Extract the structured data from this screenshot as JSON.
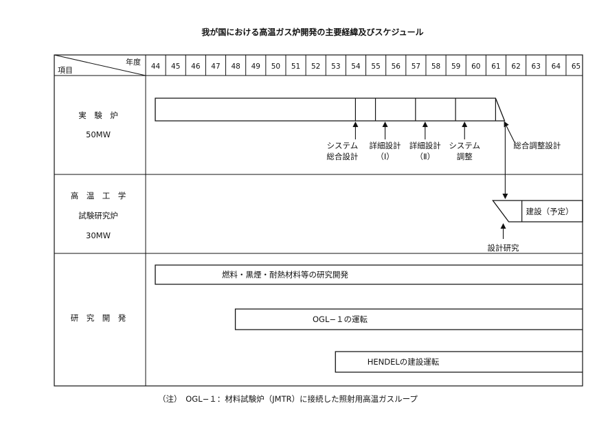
{
  "title": "我が国における高温ガス炉開発の主要経緯及びスケジュール",
  "header": {
    "year_label": "年度",
    "item_label": "項目"
  },
  "years": [
    "44",
    "45",
    "46",
    "47",
    "48",
    "49",
    "50",
    "51",
    "52",
    "53",
    "54",
    "55",
    "56",
    "57",
    "58",
    "59",
    "60",
    "61",
    "62",
    "63",
    "64",
    "65"
  ],
  "rows": [
    {
      "lines": [
        "実　験　炉",
        "50MW"
      ]
    },
    {
      "lines": [
        "高　温　工　学",
        "試験研究炉",
        "30MW"
      ]
    },
    {
      "lines": [
        "研　究　開　発"
      ]
    }
  ],
  "experimental_reactor": {
    "bar_start_year": 44,
    "segment_years": [
      54,
      55,
      57,
      59,
      61
    ],
    "milestones": [
      {
        "year": 54,
        "lines": [
          "システム",
          "総合設計"
        ]
      },
      {
        "year": 55.5,
        "lines": [
          "詳細設計",
          "（Ⅰ）"
        ]
      },
      {
        "year": 57.5,
        "lines": [
          "詳細設計",
          "（Ⅱ）"
        ]
      },
      {
        "year": 60,
        "lines": [
          "システム",
          "調整"
        ]
      },
      {
        "year": 61.5,
        "lines": [
          "総合調整設計"
        ]
      }
    ]
  },
  "htr_test_reactor": {
    "design_label": "設計研究",
    "construction_label": "建設（予定）"
  },
  "research": {
    "bars": [
      {
        "start_year": 44,
        "label": "燃料・黒煙・耐熱材料等の研究開発"
      },
      {
        "start_year": 48,
        "label": "OGL−１の運転"
      },
      {
        "start_year": 53,
        "label": "HENDELの建設運転"
      }
    ]
  },
  "note": "（注）　OGL−１：材料試験炉（JMTR）に接続した照射用高温ガスループ"
}
